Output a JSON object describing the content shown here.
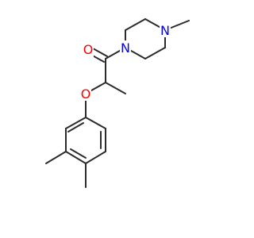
{
  "molecule": {
    "atoms": {
      "o_carbonyl": {
        "symbol": "O",
        "color": "#ff0000"
      },
      "o_ether": {
        "symbol": "O",
        "color": "#ff0000"
      },
      "n_amide": {
        "symbol": "N",
        "color": "#0000ff"
      },
      "n_methyl": {
        "symbol": "N",
        "color": "#0000ff"
      }
    },
    "bond_color": "#2b2b2b",
    "background": "#ffffff"
  }
}
